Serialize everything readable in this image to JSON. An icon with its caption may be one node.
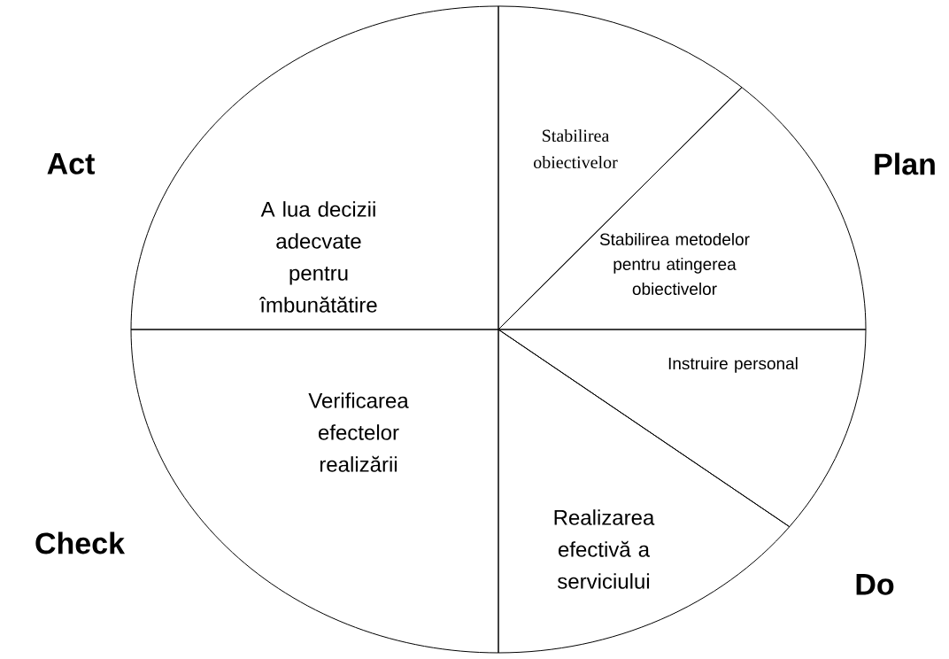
{
  "diagram": {
    "nodes": [
      {
        "text": [
          "A lua decizii adecvate pentru îmbunătătire"
        ]
      },
      {
        "text": [
          "Stabilirea obiectivelor"
        ]
      },
      {
        "text": [
          "Stabilirea metodelor pentru atingerea obiectivelor"
        ]
      },
      {
        "text": [
          "Instruire personal"
        ]
      },
      {
        "text": [
          "Verificarea efectelor realizării"
        ]
      },
      {
        "text": [
          "Realizarea efectivă a serviciului"
        ]
      }
    ],
    "labels": [
      "Act",
      "Plan",
      "Check",
      "Do"
    ]
  }
}
